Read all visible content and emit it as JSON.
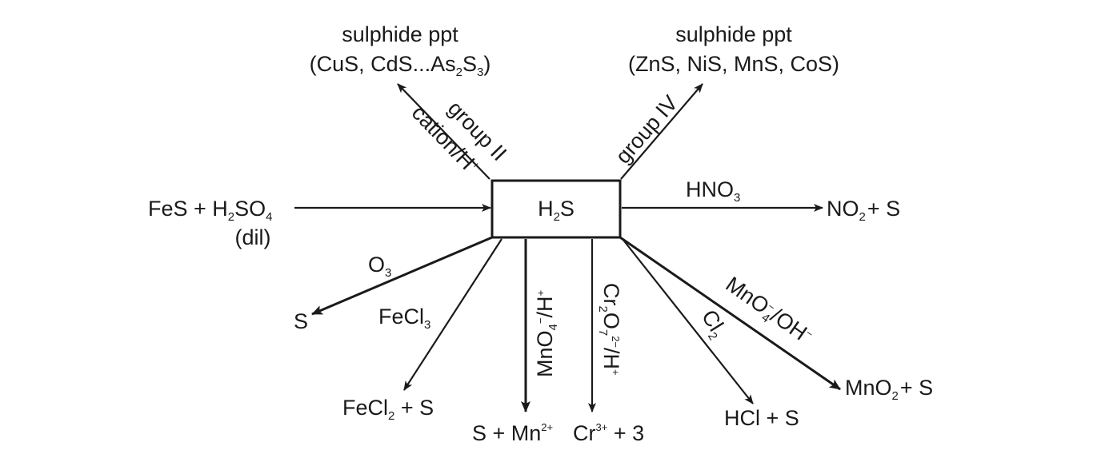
{
  "center": {
    "formula": [
      "H",
      "2",
      "S"
    ]
  },
  "nodes": {
    "group2_title": "sulphide ppt",
    "group2_list": [
      "(CuS, CdS...As",
      "2",
      "S",
      "3",
      ")"
    ],
    "group4_title": "sulphide ppt",
    "group4_list": "(ZnS, NiS, MnS, CoS)",
    "fes_line1": [
      "FeS + H",
      "2",
      "SO",
      "4"
    ],
    "fes_line2": "(dil)",
    "no2_s": [
      "NO",
      "2",
      "+ S"
    ],
    "s": "S",
    "fecl2_s": [
      "FeCl",
      "2",
      " + S"
    ],
    "s_mn": [
      "S + Mn",
      "2+"
    ],
    "cr_3": [
      "Cr",
      "3+",
      " + 3"
    ],
    "hcl_s": "HCl + S",
    "mno2_s": [
      "MnO",
      "2",
      "+ S"
    ]
  },
  "reagents": {
    "group2_a": "group II",
    "group2_b": [
      "cation/H",
      "+"
    ],
    "group4": "group IV",
    "hno3": [
      "HNO",
      "3"
    ],
    "o3": [
      "O",
      "3"
    ],
    "fecl3": [
      "FeCl",
      "3"
    ],
    "mno4_h": [
      "MnO",
      "4",
      "−",
      "/H",
      "+"
    ],
    "cr2o7_h": [
      "Cr",
      "2",
      "O",
      "7",
      "2−",
      "/H",
      "+"
    ],
    "cl2": [
      "Cl",
      "2"
    ],
    "mno4_oh": [
      "MnO",
      "−",
      "4",
      "/OH",
      "−"
    ]
  },
  "colors": {
    "ink": "#1a1a1a",
    "background": "#ffffff"
  }
}
